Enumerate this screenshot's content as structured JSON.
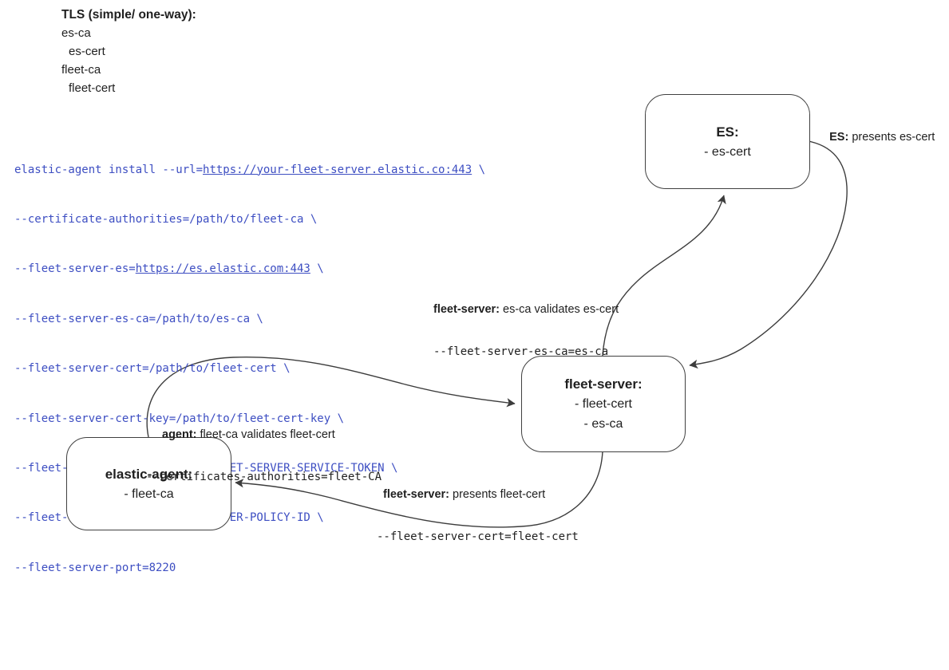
{
  "colors": {
    "command_text": "#3d4ec2",
    "line_stroke": "#3c3c3c",
    "box_border": "#404040",
    "background": "#ffffff"
  },
  "legend": {
    "title": "TLS (simple/ one-way):",
    "rows": [
      {
        "text": "es-ca"
      },
      {
        "text": "es-cert"
      },
      {
        "text": "fleet-ca"
      },
      {
        "text": "fleet-cert"
      }
    ]
  },
  "command": {
    "line1_pre": "elastic-agent install --url=",
    "line1_link": "https://your-fleet-server.elastic.co:443",
    "line1_post": " \\",
    "line2": "--certificate-authorities=/path/to/fleet-ca \\",
    "line3_pre": "--fleet-server-es=",
    "line3_link": "https://es.elastic.com:443",
    "line3_post": " \\",
    "line4": "--fleet-server-es-ca=/path/to/es-ca \\",
    "line5": "--fleet-server-cert=/path/to/fleet-cert \\",
    "line6": "--fleet-server-cert-key=/path/to/fleet-cert-key \\",
    "line7": "--fleet-server-service-token=FLEET-SERVER-SERVICE-TOKEN \\",
    "line8": "--fleet-server-policy=FLEET-SERVER-POLICY-ID \\",
    "line9": "--fleet-server-port=8220"
  },
  "nodes": {
    "es": {
      "title": "ES:",
      "items": [
        "- es-cert"
      ]
    },
    "fleet_server": {
      "title": "fleet-server:",
      "items": [
        "- fleet-cert",
        "- es-ca"
      ]
    },
    "elastic_agent": {
      "title": "elastic-agent:",
      "items": [
        "- fleet-ca"
      ]
    }
  },
  "edge_labels": {
    "es_presents": {
      "bold": "ES:",
      "rest": " presents es-cert"
    },
    "fs_validates": {
      "bold": "fleet-server:",
      "rest": " es-ca validates es-cert",
      "code": "--fleet-server-es-ca=es-ca"
    },
    "agent_validates": {
      "bold": "agent:",
      "rest": " fleet-ca validates fleet-cert",
      "code": "--certificates-authorities=fleet-CA"
    },
    "fs_presents": {
      "bold": "fleet-server:",
      "rest": " presents fleet-cert",
      "code": "--fleet-server-cert=fleet-cert"
    }
  }
}
